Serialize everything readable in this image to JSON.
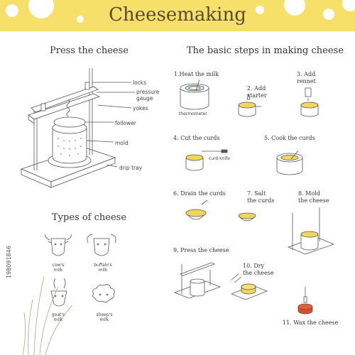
{
  "title": "Cheesemaking",
  "press_section": {
    "heading": "Press the cheese",
    "labels": {
      "locks": "locks",
      "pressure_gauge": "pressure\ngauge",
      "yokes": "yokes",
      "follower": "follower",
      "mold": "mold",
      "drip_tray": "drip tray"
    }
  },
  "steps_section": {
    "heading": "The basic steps in making cheese",
    "steps": [
      "1.Heat the milk",
      "2. Add\nstarter",
      "3. Add\nrennet",
      "4. Cut the curds",
      "5. Cook the curds",
      "6. Drain the curds",
      "7. Salt\nthe curds",
      "8. Mold\nthe cheese",
      "9. Press the cheese",
      "10. Dry\nthe cheese",
      "11. Wax the cheese"
    ],
    "thermometer_label": "thermometer",
    "curd_knife_label": "curd knife"
  },
  "types_section": {
    "heading": "Types of cheese",
    "animals": [
      {
        "label": "cow's\nmilk"
      },
      {
        "label": "buffalo's\nmilk"
      },
      {
        "label": "goat's\nmilk"
      },
      {
        "label": "sheep's\nmilk"
      }
    ]
  },
  "stock_id": "198091846",
  "colors": {
    "banner": "#f6e06a",
    "cheese": "#f2d65a",
    "wax": "#e04a24"
  }
}
